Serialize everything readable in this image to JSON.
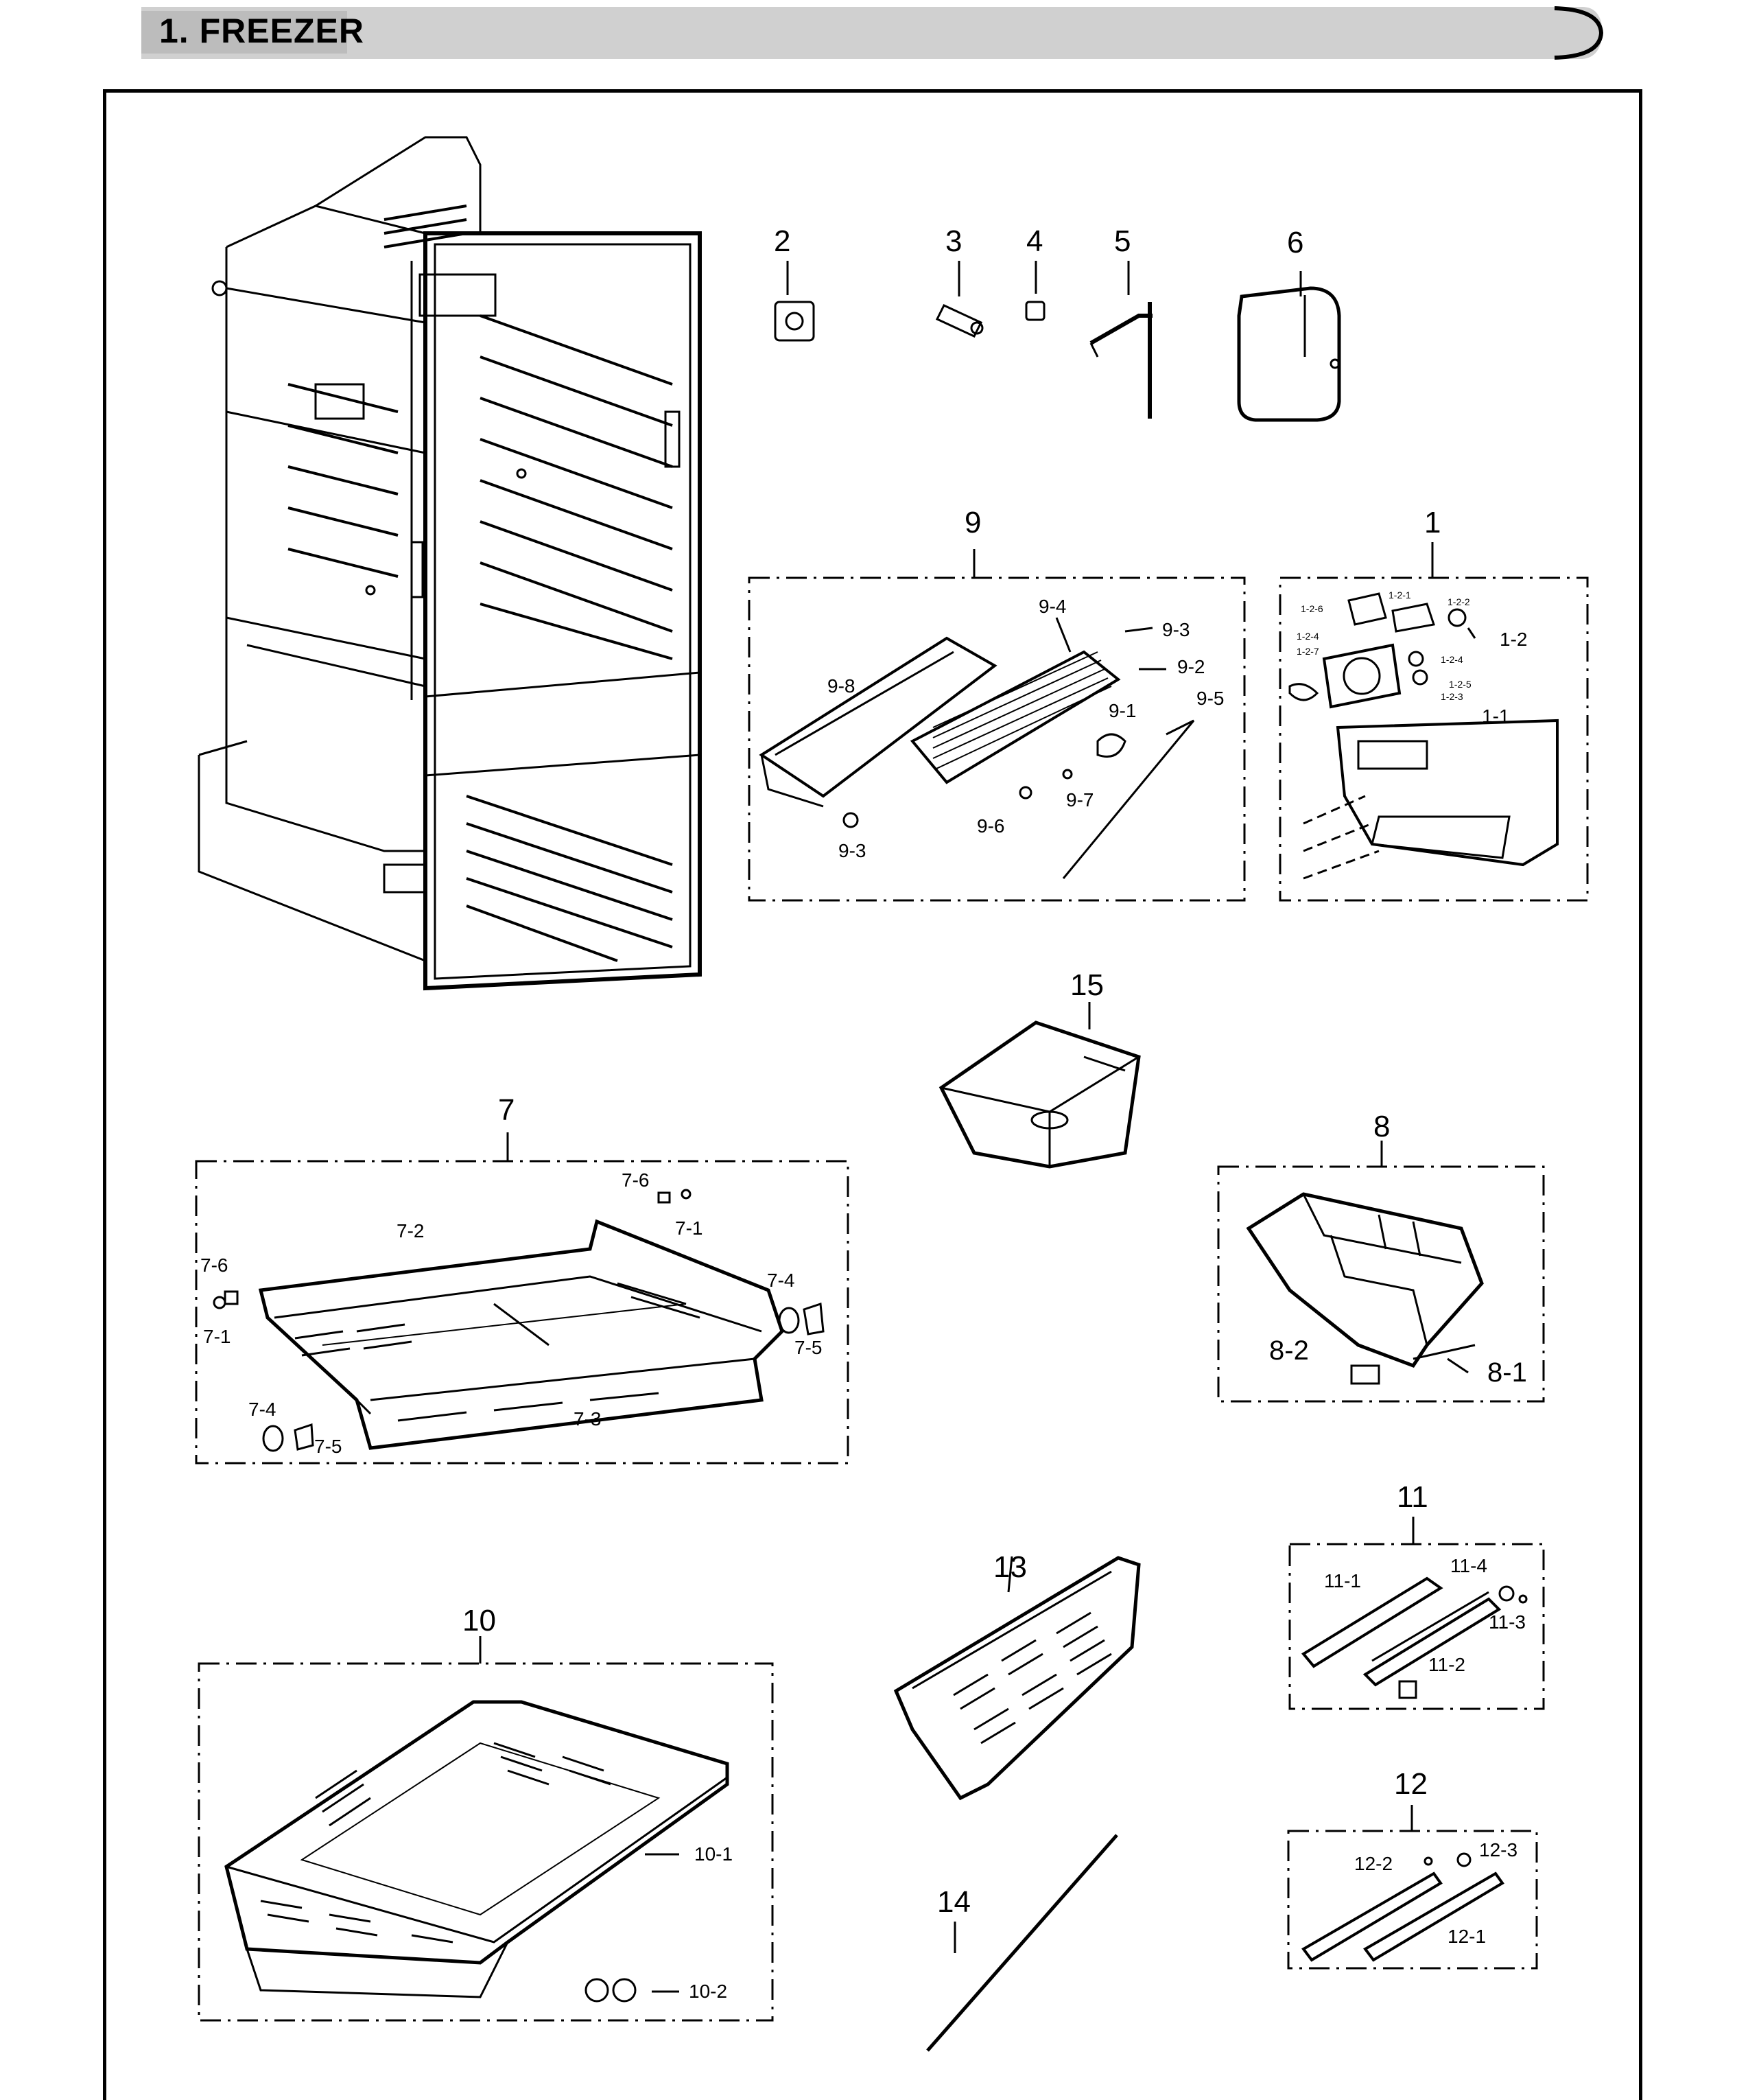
{
  "header": {
    "title": "1. FREEZER"
  },
  "callouts": {
    "n1": "1",
    "n2": "2",
    "n3": "3",
    "n4": "4",
    "n5": "5",
    "n6": "6",
    "n7": "7",
    "n8": "8",
    "n9": "9",
    "n10": "10",
    "n11": "11",
    "n12": "12",
    "n13": "13",
    "n14": "14",
    "n15": "15",
    "s1_1": "1-1",
    "s1_2": "1-2",
    "s1_2_1": "1-2-1",
    "s1_2_2": "1-2-2",
    "s1_2_3": "1-2-3",
    "s1_2_4": "1-2-4",
    "s1_2_5": "1-2-5",
    "s1_2_6": "1-2-6",
    "s1_2_7": "1-2-7",
    "s7_1": "7-1",
    "s7_2": "7-2",
    "s7_3": "7-3",
    "s7_4": "7-4",
    "s7_5": "7-5",
    "s7_6": "7-6",
    "s8_1": "8-1",
    "s8_2": "8-2",
    "s9_1": "9-1",
    "s9_2": "9-2",
    "s9_3": "9-3",
    "s9_4": "9-4",
    "s9_5": "9-5",
    "s9_6": "9-6",
    "s9_7": "9-7",
    "s9_8": "9-8",
    "s10_1": "10-1",
    "s10_2": "10-2",
    "s11_1": "11-1",
    "s11_2": "11-2",
    "s11_3": "11-3",
    "s11_4": "11-4",
    "s12_1": "12-1",
    "s12_2": "12-2",
    "s12_3": "12-3"
  },
  "colors": {
    "ink": "#000000",
    "header_fill": "#c8c8c8",
    "paper": "#ffffff"
  }
}
